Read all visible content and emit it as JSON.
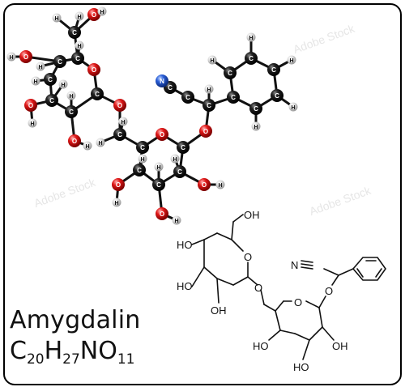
{
  "name": "Amygdalin",
  "formula": {
    "C": "20",
    "H": "27",
    "N": "",
    "O": "11"
  },
  "stock_id": "321584895",
  "watermark": "Adobe Stock",
  "colors": {
    "carbon": "#111111",
    "oxygen": "#e02020",
    "nitrogen": "#2a5fd8",
    "hydrogen": "#d8d8d8",
    "bond": "#111111"
  },
  "skeletal_labels": {
    "oh_top": "OH",
    "ho_left1": "HO",
    "ho_left2": "HO",
    "oh_bottom_left": "OH",
    "o_ring1": "O",
    "o_link": "O",
    "o_ring2": "O",
    "o_ether": "O",
    "nitrile": "N",
    "ho_left3": "HO",
    "oh_right": "OH",
    "ho_bottom": "HO"
  },
  "atoms": {
    "C": "C",
    "O": "O",
    "N": "N",
    "H": "H"
  }
}
